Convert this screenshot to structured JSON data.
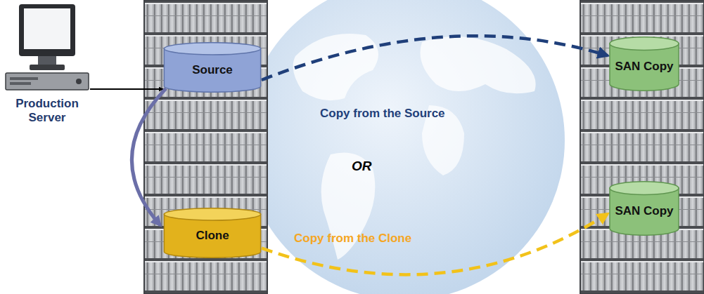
{
  "diagram": {
    "nodes": [
      {
        "text": [
          "Production Server"
        ]
      },
      {
        "text": [
          "Source"
        ]
      },
      {
        "text": [
          "Clone"
        ]
      },
      {
        "text": [
          "SAN Copy"
        ]
      },
      {
        "text": [
          "SAN Copy"
        ]
      }
    ],
    "edges": [
      {
        "from": 0,
        "to": 1,
        "arrow": "to"
      },
      {
        "from": 1,
        "to": 2,
        "arrow": "to"
      },
      {
        "from": 1,
        "to": 3,
        "label": "Copy from the Source",
        "arrow": "to"
      },
      {
        "from": 2,
        "to": 4,
        "label": "Copy from the Clone",
        "arrow": "to"
      }
    ],
    "labels": [
      "OR"
    ]
  }
}
